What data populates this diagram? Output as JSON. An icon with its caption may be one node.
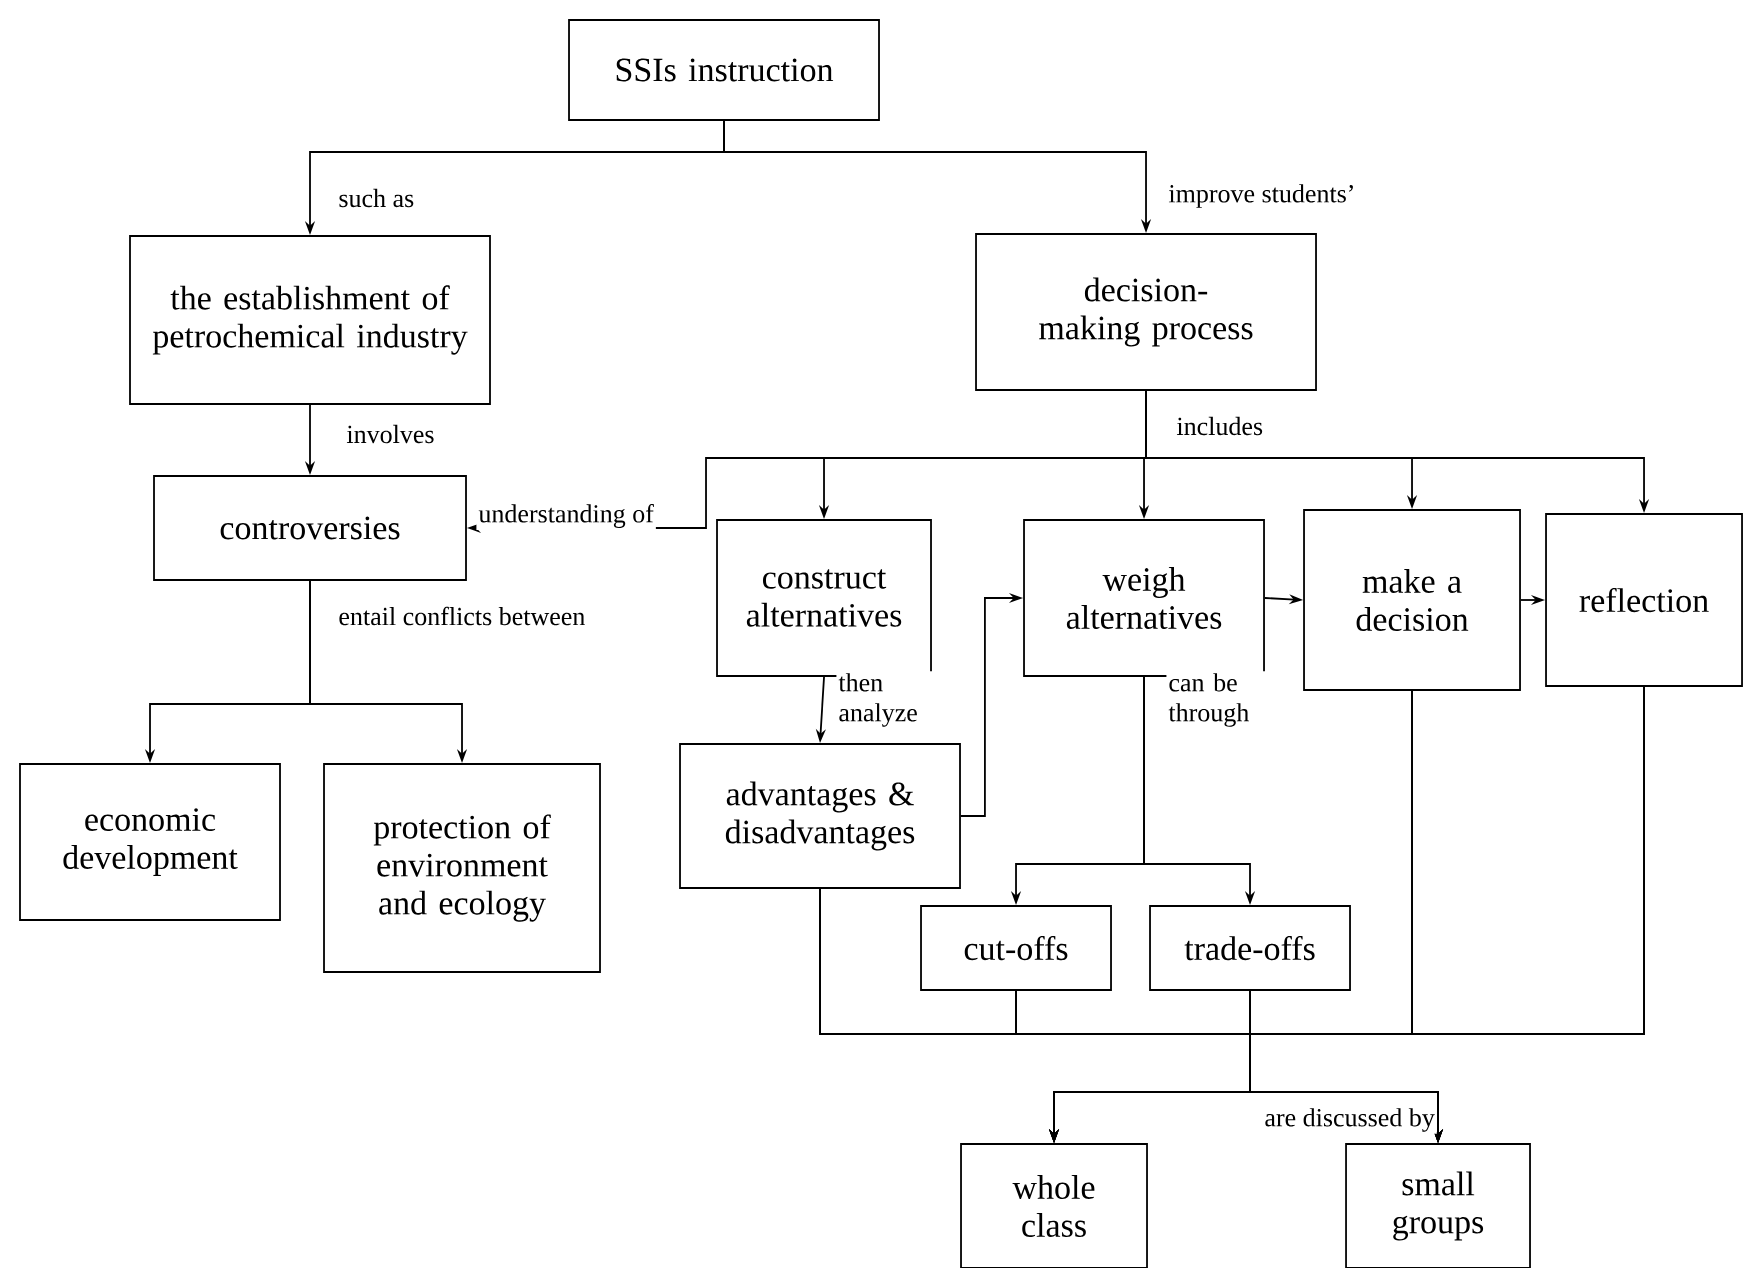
{
  "diagram": {
    "nodes": [
      {
        "text": [
          "SSIs instruction"
        ]
      },
      {
        "text": [
          "the establishment of petrochemical industry"
        ]
      },
      {
        "text": [
          "decision-making process"
        ]
      },
      {
        "text": [
          "controversies"
        ]
      },
      {
        "text": [
          "construct alternatives"
        ]
      },
      {
        "text": [
          "weigh alternatives"
        ]
      },
      {
        "text": [
          "make a decision"
        ]
      },
      {
        "text": [
          "reflection"
        ]
      },
      {
        "text": [
          "economic development"
        ]
      },
      {
        "text": [
          "protection of environment and ecology"
        ]
      },
      {
        "text": [
          "advantages & disadvantages"
        ]
      },
      {
        "text": [
          "cut-offs"
        ]
      },
      {
        "text": [
          "trade-offs"
        ]
      },
      {
        "text": [
          "whole class"
        ]
      },
      {
        "text": [
          "small groups"
        ]
      }
    ],
    "edges": [
      {
        "from": 0,
        "to": 1,
        "arrow": "to",
        "label": "such as"
      },
      {
        "from": 0,
        "to": 2,
        "arrow": "to",
        "label": "improve students’"
      },
      {
        "from": 1,
        "to": 3,
        "arrow": "to",
        "label": "involves"
      },
      {
        "from": 2,
        "to": 3,
        "arrow": "to",
        "label": "understanding of"
      },
      {
        "from": 2,
        "to": 4,
        "arrow": "to",
        "label": "includes"
      },
      {
        "from": 2,
        "to": 5,
        "arrow": "to"
      },
      {
        "from": 2,
        "to": 6,
        "arrow": "to"
      },
      {
        "from": 2,
        "to": 7,
        "arrow": "to"
      },
      {
        "from": 3,
        "to": 8,
        "arrow": "to",
        "label": "entail conflicts between"
      },
      {
        "from": 3,
        "to": 9,
        "arrow": "to"
      },
      {
        "from": 4,
        "to": 10,
        "arrow": "to",
        "label": "then analyze"
      },
      {
        "from": 10,
        "to": 5,
        "arrow": "to"
      },
      {
        "from": 5,
        "to": 6,
        "arrow": "to"
      },
      {
        "from": 6,
        "to": 7,
        "arrow": "to"
      },
      {
        "from": 5,
        "to": 11,
        "arrow": "to",
        "label": "can be through"
      },
      {
        "from": 5,
        "to": 12,
        "arrow": "to"
      },
      {
        "from": 10,
        "to": 13,
        "arrow": "to",
        "label": "are discussed by"
      },
      {
        "from": 10,
        "to": 14,
        "arrow": "to"
      },
      {
        "from": 11,
        "to": 13,
        "arrow": "to"
      },
      {
        "from": 11,
        "to": 14,
        "arrow": "to"
      },
      {
        "from": 12,
        "to": 13,
        "arrow": "to"
      },
      {
        "from": 12,
        "to": 14,
        "arrow": "to"
      },
      {
        "from": 6,
        "to": 13,
        "arrow": "to"
      },
      {
        "from": 6,
        "to": 14,
        "arrow": "to"
      },
      {
        "from": 7,
        "to": 13,
        "arrow": "to"
      },
      {
        "from": 7,
        "to": 14,
        "arrow": "to"
      }
    ]
  }
}
